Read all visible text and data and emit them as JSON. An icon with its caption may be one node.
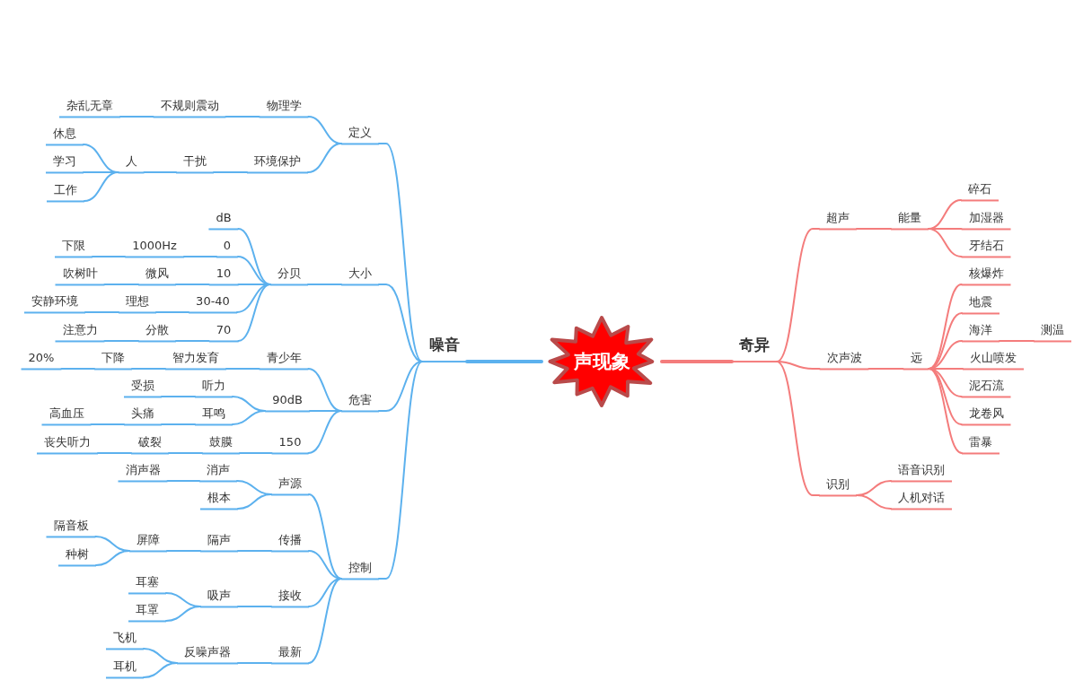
{
  "diagram": {
    "nodes": [
      {
        "text": [
          "声现象"
        ]
      },
      {
        "text": [
          "噪音"
        ]
      },
      {
        "text": [
          "定义"
        ]
      },
      {
        "text": [
          "物理学"
        ]
      },
      {
        "text": [
          "不规则震动"
        ]
      },
      {
        "text": [
          "杂乱无章"
        ]
      },
      {
        "text": [
          "环境保护"
        ]
      },
      {
        "text": [
          "干扰"
        ]
      },
      {
        "text": [
          "人"
        ]
      },
      {
        "text": [
          "休息"
        ]
      },
      {
        "text": [
          "学习"
        ]
      },
      {
        "text": [
          "工作"
        ]
      },
      {
        "text": [
          "大小"
        ]
      },
      {
        "text": [
          "分贝"
        ]
      },
      {
        "text": [
          "dB"
        ]
      },
      {
        "text": [
          "0"
        ]
      },
      {
        "text": [
          "1000Hz"
        ]
      },
      {
        "text": [
          "下限"
        ]
      },
      {
        "text": [
          "10"
        ]
      },
      {
        "text": [
          "微风"
        ]
      },
      {
        "text": [
          "吹树叶"
        ]
      },
      {
        "text": [
          "30-40"
        ]
      },
      {
        "text": [
          "理想"
        ]
      },
      {
        "text": [
          "安静环境"
        ]
      },
      {
        "text": [
          "70"
        ]
      },
      {
        "text": [
          "分散"
        ]
      },
      {
        "text": [
          "注意力"
        ]
      },
      {
        "text": [
          "危害"
        ]
      },
      {
        "text": [
          "青少年"
        ]
      },
      {
        "text": [
          "智力发育"
        ]
      },
      {
        "text": [
          "下降"
        ]
      },
      {
        "text": [
          "20%"
        ]
      },
      {
        "text": [
          "90dB"
        ]
      },
      {
        "text": [
          "听力"
        ]
      },
      {
        "text": [
          "受损"
        ]
      },
      {
        "text": [
          "耳鸣"
        ]
      },
      {
        "text": [
          "头痛"
        ]
      },
      {
        "text": [
          "高血压"
        ]
      },
      {
        "text": [
          "150"
        ]
      },
      {
        "text": [
          "鼓膜"
        ]
      },
      {
        "text": [
          "破裂"
        ]
      },
      {
        "text": [
          "丧失听力"
        ]
      },
      {
        "text": [
          "控制"
        ]
      },
      {
        "text": [
          "声源"
        ]
      },
      {
        "text": [
          "消声"
        ]
      },
      {
        "text": [
          "消声器"
        ]
      },
      {
        "text": [
          "根本"
        ]
      },
      {
        "text": [
          "传播"
        ]
      },
      {
        "text": [
          "隔声"
        ]
      },
      {
        "text": [
          "屏障"
        ]
      },
      {
        "text": [
          "隔音板"
        ]
      },
      {
        "text": [
          "种树"
        ]
      },
      {
        "text": [
          "接收"
        ]
      },
      {
        "text": [
          "吸声"
        ]
      },
      {
        "text": [
          "耳塞"
        ]
      },
      {
        "text": [
          "耳罩"
        ]
      },
      {
        "text": [
          "最新"
        ]
      },
      {
        "text": [
          "反噪声器"
        ]
      },
      {
        "text": [
          "飞机"
        ]
      },
      {
        "text": [
          "耳机"
        ]
      },
      {
        "text": [
          "奇异"
        ]
      },
      {
        "text": [
          "超声"
        ]
      },
      {
        "text": [
          "能量"
        ]
      },
      {
        "text": [
          "碎石"
        ]
      },
      {
        "text": [
          "加湿器"
        ]
      },
      {
        "text": [
          "牙结石"
        ]
      },
      {
        "text": [
          "次声波"
        ]
      },
      {
        "text": [
          "远"
        ]
      },
      {
        "text": [
          "核爆炸"
        ]
      },
      {
        "text": [
          "地震"
        ]
      },
      {
        "text": [
          "海洋"
        ]
      },
      {
        "text": [
          "测温"
        ]
      },
      {
        "text": [
          "火山喷发"
        ]
      },
      {
        "text": [
          "泥石流"
        ]
      },
      {
        "text": [
          "龙卷风"
        ]
      },
      {
        "text": [
          "雷暴"
        ]
      },
      {
        "text": [
          "识别"
        ]
      },
      {
        "text": [
          "语音识别"
        ]
      },
      {
        "text": [
          "人机对话"
        ]
      }
    ],
    "edges": [
      {
        "from": 0,
        "to": 1,
        "arrow": "none",
        "style": "thick"
      },
      {
        "from": 1,
        "to": 2,
        "arrow": "none"
      },
      {
        "from": 2,
        "to": 3,
        "arrow": "none"
      },
      {
        "from": 3,
        "to": 4,
        "arrow": "none"
      },
      {
        "from": 4,
        "to": 5,
        "arrow": "none"
      },
      {
        "from": 2,
        "to": 6,
        "arrow": "none"
      },
      {
        "from": 6,
        "to": 7,
        "arrow": "none"
      },
      {
        "from": 7,
        "to": 8,
        "arrow": "none"
      },
      {
        "from": 8,
        "to": 9,
        "arrow": "none"
      },
      {
        "from": 8,
        "to": 10,
        "arrow": "none"
      },
      {
        "from": 8,
        "to": 11,
        "arrow": "none"
      },
      {
        "from": 1,
        "to": 12,
        "arrow": "none"
      },
      {
        "from": 12,
        "to": 13,
        "arrow": "none"
      },
      {
        "from": 13,
        "to": 14,
        "arrow": "none"
      },
      {
        "from": 13,
        "to": 15,
        "arrow": "none"
      },
      {
        "from": 15,
        "to": 16,
        "arrow": "none"
      },
      {
        "from": 16,
        "to": 17,
        "arrow": "none"
      },
      {
        "from": 13,
        "to": 18,
        "arrow": "none"
      },
      {
        "from": 18,
        "to": 19,
        "arrow": "none"
      },
      {
        "from": 19,
        "to": 20,
        "arrow": "none"
      },
      {
        "from": 13,
        "to": 21,
        "arrow": "none"
      },
      {
        "from": 21,
        "to": 22,
        "arrow": "none"
      },
      {
        "from": 22,
        "to": 23,
        "arrow": "none"
      },
      {
        "from": 13,
        "to": 24,
        "arrow": "none"
      },
      {
        "from": 24,
        "to": 25,
        "arrow": "none"
      },
      {
        "from": 25,
        "to": 26,
        "arrow": "none"
      },
      {
        "from": 1,
        "to": 27,
        "arrow": "none"
      },
      {
        "from": 27,
        "to": 28,
        "arrow": "none"
      },
      {
        "from": 28,
        "to": 29,
        "arrow": "none"
      },
      {
        "from": 29,
        "to": 30,
        "arrow": "none"
      },
      {
        "from": 30,
        "to": 31,
        "arrow": "none"
      },
      {
        "from": 27,
        "to": 32,
        "arrow": "none"
      },
      {
        "from": 32,
        "to": 33,
        "arrow": "none"
      },
      {
        "from": 33,
        "to": 34,
        "arrow": "none"
      },
      {
        "from": 32,
        "to": 35,
        "arrow": "none"
      },
      {
        "from": 35,
        "to": 36,
        "arrow": "none"
      },
      {
        "from": 36,
        "to": 37,
        "arrow": "none"
      },
      {
        "from": 27,
        "to": 38,
        "arrow": "none"
      },
      {
        "from": 38,
        "to": 39,
        "arrow": "none"
      },
      {
        "from": 39,
        "to": 40,
        "arrow": "none"
      },
      {
        "from": 40,
        "to": 41,
        "arrow": "none"
      },
      {
        "from": 1,
        "to": 42,
        "arrow": "none"
      },
      {
        "from": 42,
        "to": 43,
        "arrow": "none"
      },
      {
        "from": 43,
        "to": 44,
        "arrow": "none"
      },
      {
        "from": 44,
        "to": 45,
        "arrow": "none"
      },
      {
        "from": 43,
        "to": 46,
        "arrow": "none"
      },
      {
        "from": 42,
        "to": 47,
        "arrow": "none"
      },
      {
        "from": 47,
        "to": 48,
        "arrow": "none"
      },
      {
        "from": 48,
        "to": 49,
        "arrow": "none"
      },
      {
        "from": 49,
        "to": 50,
        "arrow": "none"
      },
      {
        "from": 49,
        "to": 51,
        "arrow": "none"
      },
      {
        "from": 42,
        "to": 52,
        "arrow": "none"
      },
      {
        "from": 52,
        "to": 53,
        "arrow": "none"
      },
      {
        "from": 53,
        "to": 54,
        "arrow": "none"
      },
      {
        "from": 53,
        "to": 55,
        "arrow": "none"
      },
      {
        "from": 42,
        "to": 56,
        "arrow": "none"
      },
      {
        "from": 56,
        "to": 57,
        "arrow": "none"
      },
      {
        "from": 57,
        "to": 58,
        "arrow": "none"
      },
      {
        "from": 57,
        "to": 59,
        "arrow": "none"
      },
      {
        "from": 0,
        "to": 60,
        "arrow": "none",
        "style": "thick",
        "color": "#f47c7c"
      },
      {
        "from": 60,
        "to": 61,
        "arrow": "none",
        "color": "#f47c7c"
      },
      {
        "from": 61,
        "to": 62,
        "arrow": "none",
        "color": "#f47c7c"
      },
      {
        "from": 62,
        "to": 63,
        "arrow": "none",
        "color": "#f47c7c"
      },
      {
        "from": 62,
        "to": 64,
        "arrow": "none",
        "color": "#f47c7c"
      },
      {
        "from": 62,
        "to": 65,
        "arrow": "none",
        "color": "#f47c7c"
      },
      {
        "from": 60,
        "to": 66,
        "arrow": "none",
        "color": "#f47c7c"
      },
      {
        "from": 66,
        "to": 67,
        "arrow": "none",
        "color": "#f47c7c"
      },
      {
        "from": 67,
        "to": 68,
        "arrow": "none",
        "color": "#f47c7c"
      },
      {
        "from": 67,
        "to": 69,
        "arrow": "none",
        "color": "#f47c7c"
      },
      {
        "from": 67,
        "to": 70,
        "arrow": "none",
        "color": "#f47c7c"
      },
      {
        "from": 70,
        "to": 71,
        "arrow": "none",
        "color": "#f47c7c"
      },
      {
        "from": 67,
        "to": 72,
        "arrow": "none",
        "color": "#f47c7c"
      },
      {
        "from": 67,
        "to": 73,
        "arrow": "none",
        "color": "#f47c7c"
      },
      {
        "from": 67,
        "to": 74,
        "arrow": "none",
        "color": "#f47c7c"
      },
      {
        "from": 67,
        "to": 75,
        "arrow": "none",
        "color": "#f47c7c"
      },
      {
        "from": 60,
        "to": 76,
        "arrow": "none",
        "color": "#f47c7c"
      },
      {
        "from": 76,
        "to": 77,
        "arrow": "none",
        "color": "#f47c7c"
      },
      {
        "from": 76,
        "to": 78,
        "arrow": "none",
        "color": "#f47c7c"
      }
    ]
  }
}
